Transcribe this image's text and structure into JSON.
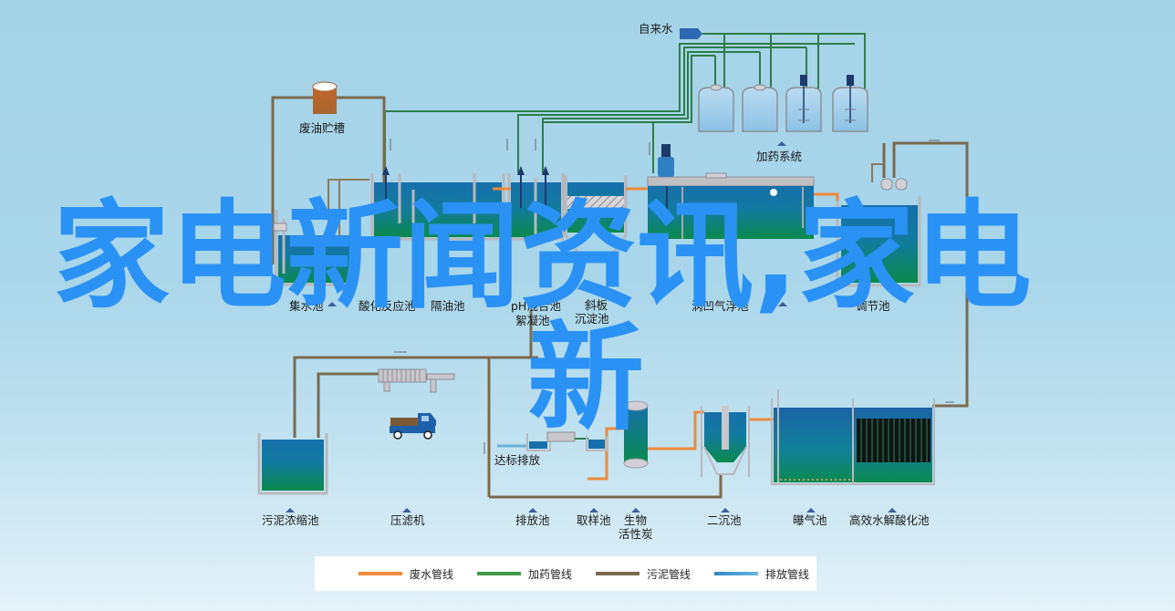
{
  "diagram": {
    "title": "污水处理工艺流程图",
    "nodes": {
      "tap_water": "自来水",
      "waste_oil_tank": "废油贮槽",
      "dosing_system": "加药系统",
      "collection_tank": "集水池",
      "acidification_tank": "酸化反应池",
      "oil_separator": "隔油池",
      "ph_mix_flocculation_1": "pH混合池",
      "ph_mix_flocculation_2": "絮凝池",
      "inclined_plate_settler_1": "斜板",
      "inclined_plate_settler_2": "沉淀池",
      "vortex_air_flotation": "涡凹气浮池",
      "middle_tank": "调节池",
      "sludge_thickener": "污泥浓缩池",
      "filter_press": "压滤机",
      "discharge_standard": "达标排放",
      "discharge_tank": "排放池",
      "sampling_tank": "取样池",
      "bio_activated_carbon_1": "生物",
      "bio_activated_carbon_2": "活性炭",
      "secondary_clarifier": "二沉池",
      "aeration_tank": "曝气池",
      "hydrolysis_acidification": "高效水解酸化池"
    }
  },
  "legend": {
    "items": [
      {
        "label": "废水管线",
        "color": "#ee8a3c"
      },
      {
        "label": "加药管线",
        "color": "#3f9a48"
      },
      {
        "label": "污泥管线",
        "color": "#7a6a4e"
      },
      {
        "label": "排放管线",
        "color": "#2f86c8"
      }
    ]
  },
  "overlay_text": {
    "line1": "家电新闻资讯,家电",
    "line2": "新",
    "color": "#2b92f5"
  },
  "colors": {
    "waste_pipe": "#ee8a3c",
    "dosing_pipe": "#2e7d4a",
    "sludge_pipe": "#7a6a4e",
    "discharge_pipe": "#2f86c8",
    "water_top": "#1a6fa8",
    "water_bottom": "#0b8a4f",
    "tank_wall": "#b8b8bc"
  }
}
